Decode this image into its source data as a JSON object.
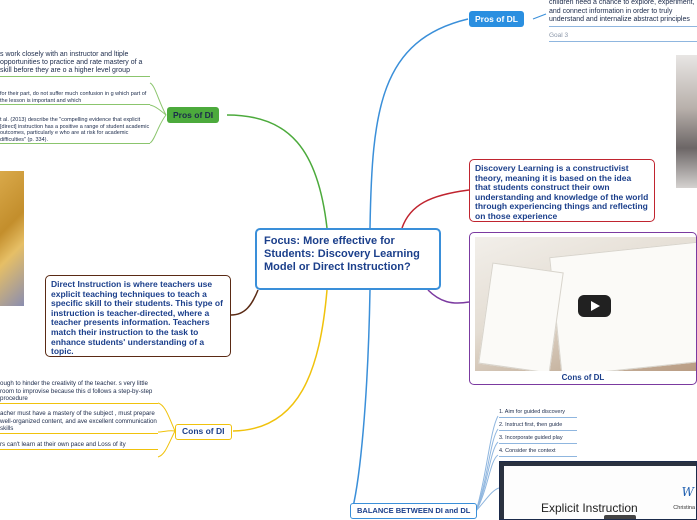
{
  "central": {
    "title": "Focus: More effective for Students: Discovery Learning Model or Direct Instruction?"
  },
  "pros_dl": {
    "label": "Pros of DL",
    "note": "children need a chance to explore, experiment, and connect information in order to truly understand and internalize abstract principles",
    "goal": "Goal 3"
  },
  "pros_di": {
    "label": "Pros of DI",
    "notes": [
      "s work closely with an instructor and ltiple opportunities to practice and rate mastery of a skill before they are o a higher level group",
      "for their part, do not suffer much confusion in g which part of the lesson is important and which",
      "t al. (2013) describe the \"compelling evidence that explicit [direct] instruction has a positive a range of student academic outcomes, particularly e who are at risk for academic difficulties\" (p. 334)."
    ]
  },
  "dl_def": {
    "text": "Discovery Learning is a constructivist theory, meaning it is based on the idea that students construct their own understanding and knowledge of the world through experiencing things and reflecting on those experience"
  },
  "di_def": {
    "text": "Direct Instruction is where teachers use explicit teaching techniques to teach a specific skill to their students. This type of instruction is teacher-directed, where a teacher presents information. Teachers match their instruction to the task to enhance students' understanding of a topic."
  },
  "cons_dl": {
    "caption": "Cons of DL"
  },
  "cons_di": {
    "label": "Cons of DI",
    "notes": [
      "ough to hinder the creativity of the teacher. s very little room to improvise because this d follows a step-by-step procedure",
      "acher must have a mastery of the subject , must prepare well-organized content, and ave excellent communication skills",
      "rs can't learn at their own pace and Loss of ity"
    ]
  },
  "balance": {
    "label": "BALANCE BETWEEN DI and DL",
    "items": [
      "1. Aim for guided discovery",
      "2. Instruct first, then guide",
      "3. Incorporate guided play",
      "4. Consider the context"
    ]
  },
  "explicit_video": {
    "title": "Explicit Instruction",
    "initial": "W",
    "presenter": "Christina"
  },
  "colors": {
    "blue": "#2a8fe0",
    "green": "#4caa3c",
    "red": "#c0242f",
    "yellow": "#f0c20c",
    "purple": "#7b3aa0",
    "brown": "#5a2a14",
    "text": "#1b3f8b"
  }
}
